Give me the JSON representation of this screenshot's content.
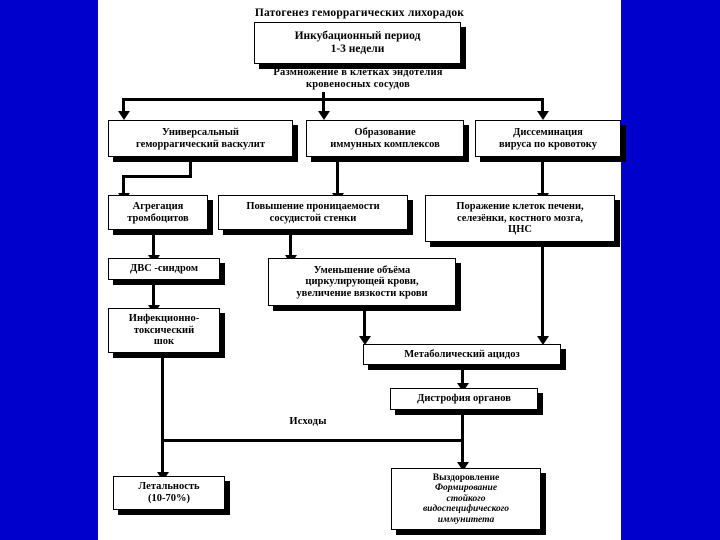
{
  "slide": {
    "background_color": "#0000cc",
    "canvas_color": "#ffffff",
    "title": "Патогенез геморрагических лихорадок",
    "labels": [
      {
        "id": "endothelium",
        "text": "Размножение в клетках эндотелия\nкровеносных сосудов"
      },
      {
        "id": "outcomes",
        "text": "Исходы"
      }
    ],
    "boxes": [
      {
        "id": "incubation",
        "text": "Инкубационный период\n1-3 недели"
      },
      {
        "id": "vasculitis",
        "text": "Универсальный\nгеморрагический васкулит"
      },
      {
        "id": "immune",
        "text": "Образование\nиммунных комплексов"
      },
      {
        "id": "dissemination",
        "text": "Диссеминация\nвируса по кровотоку"
      },
      {
        "id": "aggregation",
        "text": "Агрегация\nтромбоцитов"
      },
      {
        "id": "permeability",
        "text": "Повышение проницаемости\nсосудистой стенки"
      },
      {
        "id": "organ-damage",
        "text": "Поражение клеток печени,\nселезёнки, костного мозга,\nЦНС"
      },
      {
        "id": "dic",
        "text": "ДВС -синдром"
      },
      {
        "id": "blood-volume",
        "text": "Уменьшение объёма\nциркулирующей крови,\nувеличение вязкости крови"
      },
      {
        "id": "toxic-shock",
        "text": "Инфекционно-\nтоксический\nшок"
      },
      {
        "id": "acidosis",
        "text": "Метаболический ацидоз"
      },
      {
        "id": "dystrophy",
        "text": "Дистрофия органов"
      },
      {
        "id": "lethality",
        "text": "Летальность\n(10-70%)"
      },
      {
        "id": "recovery",
        "head": "Выздоровление",
        "italic": "Формирование\nстойкого\nвидоспецифического\nиммунитета"
      }
    ]
  }
}
